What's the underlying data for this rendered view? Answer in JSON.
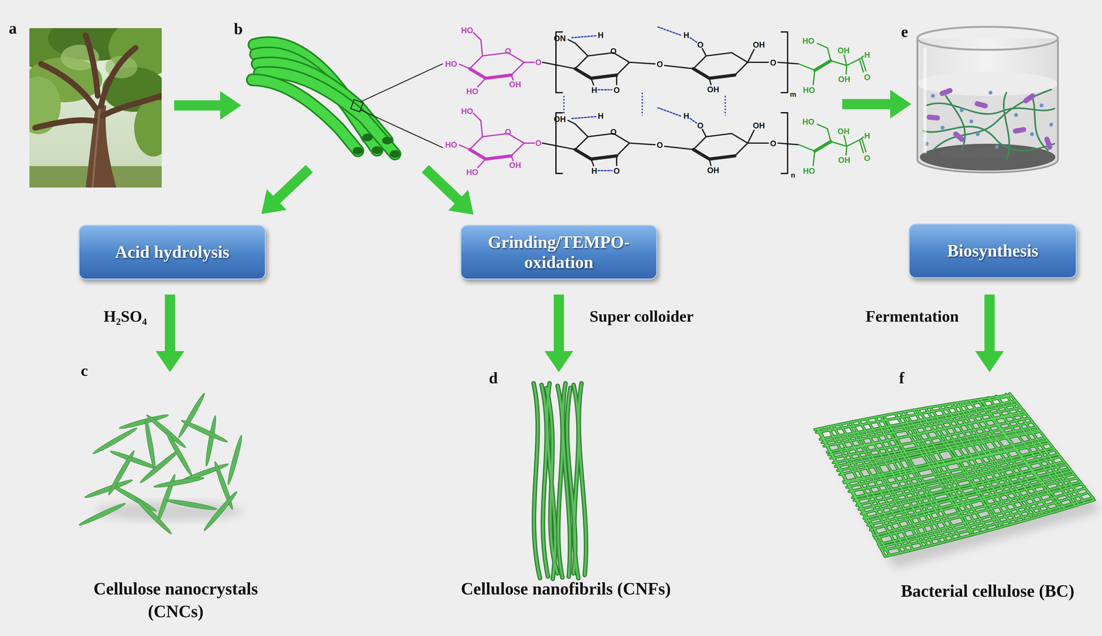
{
  "diagram": {
    "nodes": [
      {
        "text": [
          "Acid hydrolysis"
        ]
      },
      {
        "text": [
          "Grinding/TEMPO- oxidation"
        ]
      },
      {
        "text": [
          "Biosynthesis"
        ]
      }
    ],
    "labels": [
      "a",
      "b",
      "e",
      "H₂SO₄",
      "Super colloider",
      "Fermentation",
      "c",
      "d",
      "f",
      "Cellulose nanocrystals (CNCs)",
      "Cellulose nanofibrils (CNFs)",
      "Bacterial cellulose (BC)",
      "HO",
      "HO",
      "HO",
      "OH",
      "O",
      "O",
      "ON",
      "H",
      "O",
      "O",
      "H",
      "O",
      "OH",
      "OH",
      "H",
      "O",
      "O",
      "m",
      "HO",
      "OH",
      "H",
      "HO",
      "OH",
      "O",
      "HO",
      "HO",
      "HO",
      "OH",
      "O",
      "O",
      "OH",
      "H",
      "O",
      "O",
      "H",
      "O",
      "OH",
      "OH",
      "H",
      "O",
      "O",
      "n",
      "HO",
      "OH",
      "H",
      "HO",
      "OH",
      "O"
    ]
  }
}
